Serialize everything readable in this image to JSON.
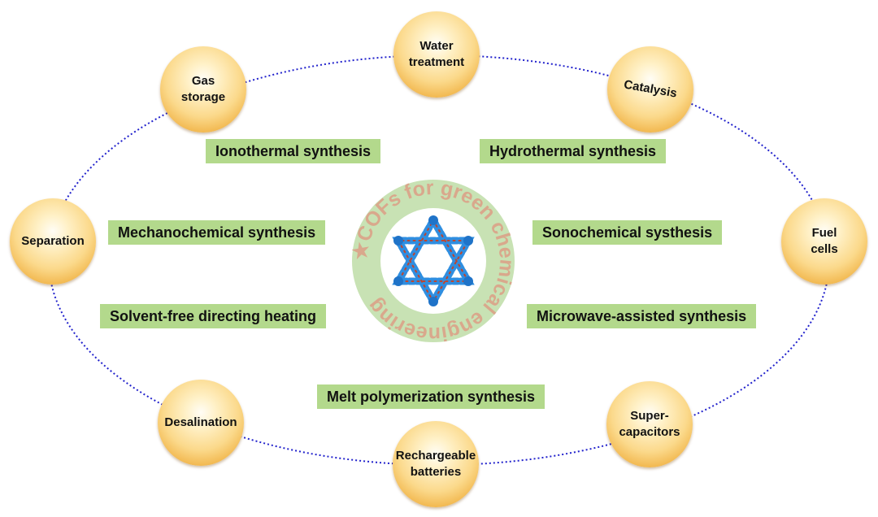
{
  "applications": [
    {
      "id": "water-treatment",
      "label": "Water\ntreatment"
    },
    {
      "id": "catalysis",
      "label": "Catalysis"
    },
    {
      "id": "fuel-cells",
      "label": "Fuel\ncells"
    },
    {
      "id": "supercapacitors",
      "label": "Super-\ncapacitors"
    },
    {
      "id": "rechargeable-batteries",
      "label": "Rechargeable\nbatteries"
    },
    {
      "id": "desalination",
      "label": "Desalination"
    },
    {
      "id": "separation",
      "label": "Separation"
    },
    {
      "id": "gas-storage",
      "label": "Gas\nstorage"
    }
  ],
  "methods": [
    {
      "id": "ionothermal",
      "label": "Ionothermal synthesis"
    },
    {
      "id": "hydrothermal",
      "label": "Hydrothermal synthesis"
    },
    {
      "id": "mechanochemical",
      "label": "Mechanochemical synthesis"
    },
    {
      "id": "sonochemical",
      "label": "Sonochemical systhesis"
    },
    {
      "id": "solvent-free",
      "label": "Solvent-free directing heating"
    },
    {
      "id": "microwave",
      "label": "Microwave-assisted synthesis"
    },
    {
      "id": "melt-polymerization",
      "label": "Melt polymerization synthesis"
    }
  ],
  "center": {
    "ring_text": "★COFs for green chemical engineering"
  },
  "colors": {
    "node_orange": "#f1b54a",
    "method_green": "#b3d98c",
    "ring_green": "#c8e2b4",
    "ring_text": "#d9a88c",
    "orbit_blue": "#2222cc",
    "star_blue": "#2f8ee0",
    "star_red": "#c0442c"
  }
}
